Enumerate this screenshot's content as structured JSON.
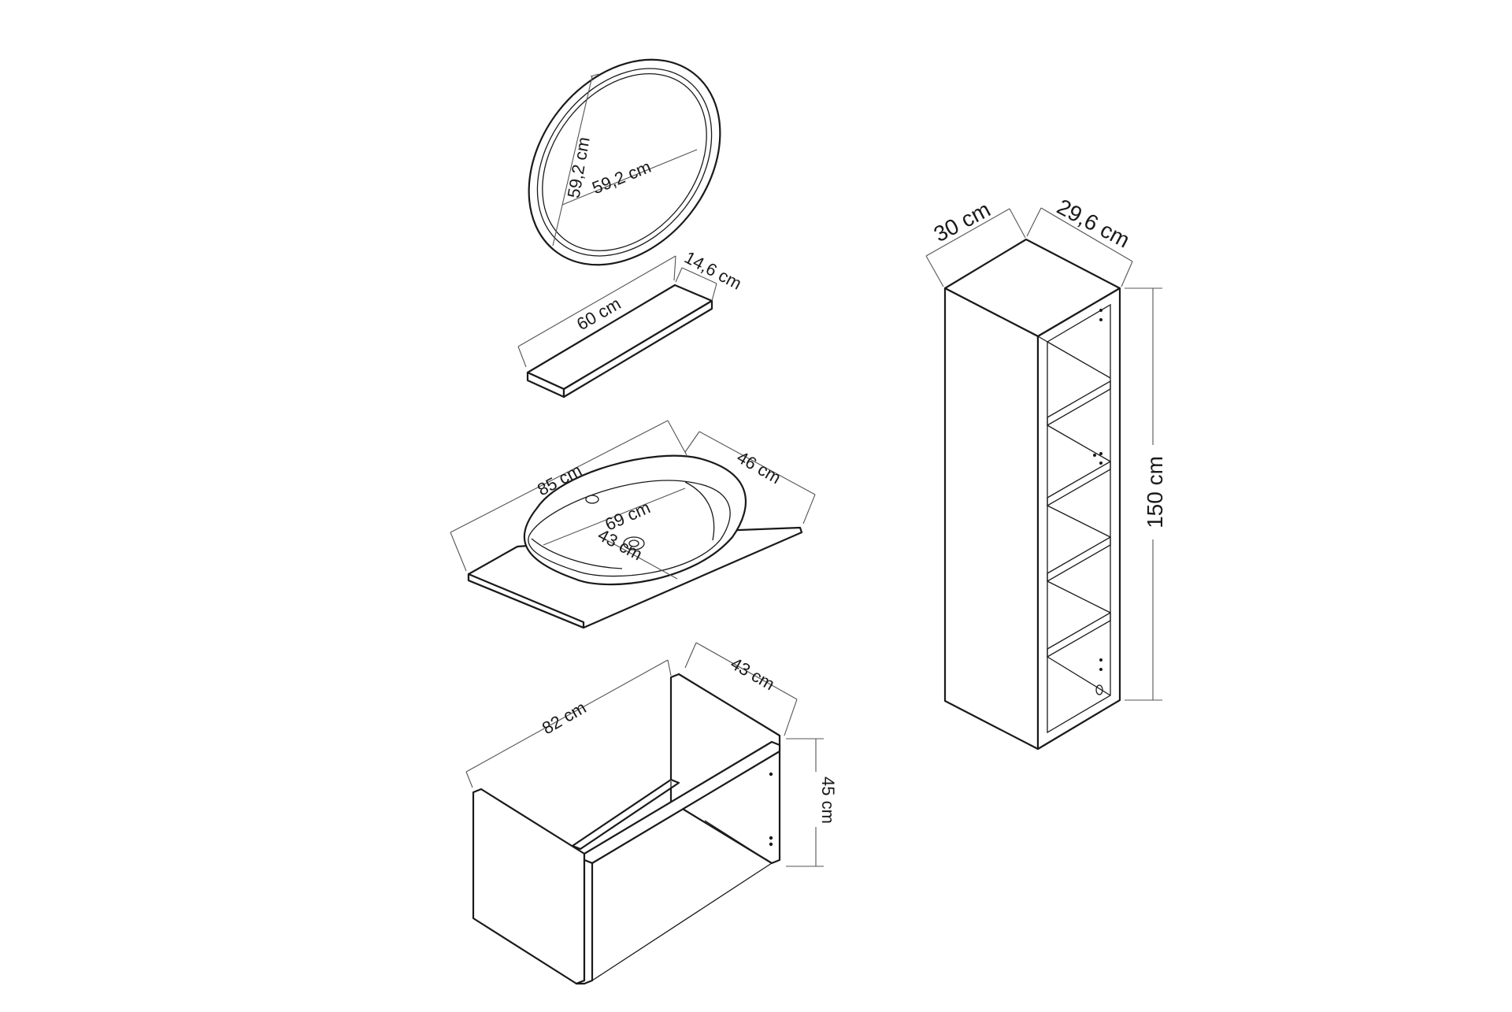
{
  "components": {
    "mirror": {
      "diameter_a": "59,2 cm",
      "diameter_b": "59,2 cm"
    },
    "shelf": {
      "length": "60 cm",
      "depth": "14,6 cm"
    },
    "basin": {
      "length": "85 cm",
      "depth": "46 cm",
      "bowl_length": "69 cm",
      "bowl_depth": "43 cm"
    },
    "vanity": {
      "width": "82 cm",
      "depth": "43 cm",
      "height": "45 cm"
    },
    "tall_cabinet": {
      "width": "30 cm",
      "depth": "29,6 cm",
      "height": "150 cm"
    }
  },
  "colors": {
    "line": "#1a1a1a",
    "dimension": "#555555",
    "background": "#ffffff"
  }
}
